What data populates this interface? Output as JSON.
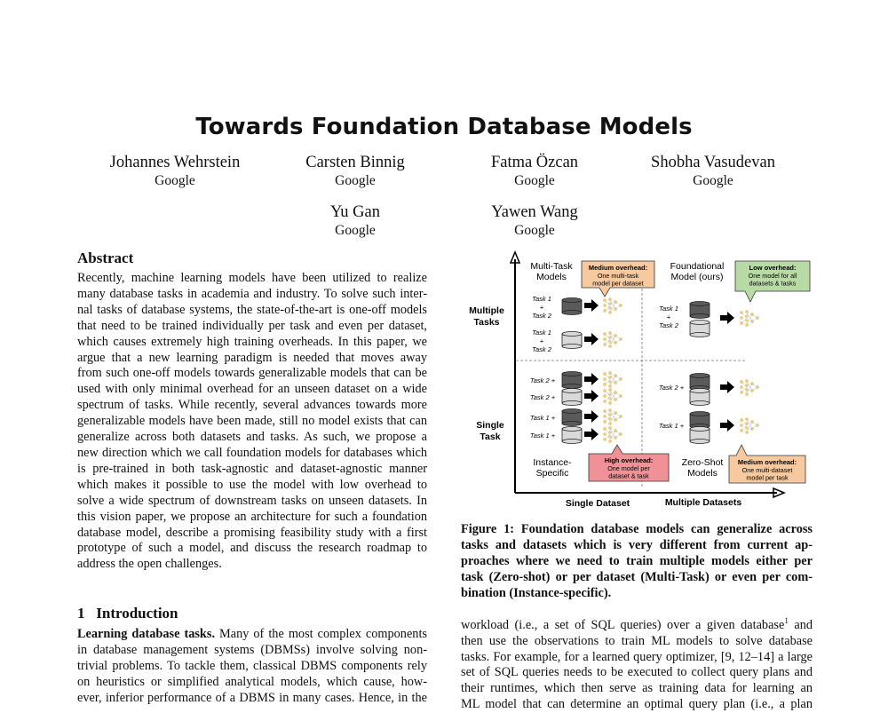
{
  "paper": {
    "title": "Towards Foundation Database Models",
    "authors": [
      {
        "name": "Johannes Wehrstein",
        "affiliation": "Google"
      },
      {
        "name": "Carsten Binnig",
        "affiliation": "Google"
      },
      {
        "name": "Fatma Özcan",
        "affiliation": "Google"
      },
      {
        "name": "Shobha Vasudevan",
        "affiliation": "Google"
      },
      {
        "name": "Yu Gan",
        "affiliation": "Google"
      },
      {
        "name": "Yawen Wang",
        "affiliation": "Google"
      }
    ],
    "abstract_heading": "Abstract",
    "abstract_lines": [
      "Recently, machine learning models have been utilized to realize",
      "many database tasks in academia and industry. To solve such inter-",
      "nal tasks of database systems, the state-of-the-art is one-off models",
      "that need to be trained individually per task and even per dataset,",
      "which causes extremely high training overheads. In this paper, we",
      "argue that a new learning paradigm is needed that moves away",
      "from such one-off models towards generalizable models that can be",
      "used with only minimal overhead for an unseen dataset on a wide",
      "spectrum of tasks. While recently, several advances towards more",
      "generalizable models have been made, still no model exists that can",
      "generalize across both datasets and tasks. As such, we propose a",
      "new direction which we call foundation models for databases which",
      "is pre-trained in both task-agnostic and dataset-agnostic manner",
      "which makes it possible to use the model with low overhead to",
      "solve a wide spectrum of downstream tasks on unseen datasets. In",
      "this vision paper, we propose an architecture for such a foundation",
      "database model, describe a promising feasibility study with a first",
      "prototype of such a model, and discuss the research roadmap to",
      "address the open challenges."
    ],
    "intro_heading": "1   Introduction",
    "intro_lead": "Learning database tasks.",
    "intro_lines": [
      " Many of the most complex components",
      "in database management systems (DBMSs) involve solving non-",
      "trivial problems. To tackle them, classical DBMS components rely",
      "on heuristics or simplified analytical models, which cause, how-",
      "ever, inferior performance of a DBMS in many cases. Hence, in the"
    ],
    "caption_lines": [
      "Figure 1: Foundation database models can generalize across",
      "tasks and datasets which is very different from current ap-",
      "proaches where we need to train multiple models either per",
      "task (Zero-shot) or per dataset (Multi-Task) or even per com-",
      "bination (Instance-specific)."
    ],
    "col2_lines": [
      "workload (i.e., a set of SQL queries) over a given database",
      "then use the observations to train ML models to solve database",
      "tasks. For example, for a learned query optimizer, [9, 12–14] a large",
      "set of SQL queries needs to be executed to collect query plans and",
      "their runtimes, which then serve as training data for learning an",
      "ML model that can determine an optimal query plan (i.e., a plan"
    ],
    "col2_footnote_mark": "1",
    "col2_line0_tail": " and"
  },
  "figure": {
    "y_top_label": "Multiple\nTasks",
    "y_bottom_label": "Single\nTask",
    "x_left_label": "Single Dataset",
    "x_right_label": "Multiple Datasets",
    "q_tl_title": "Multi-Task\nModels",
    "q_tr_title": "Foundational\nModel (ours)",
    "q_bl_title": "Instance-\nSpecific",
    "q_br_title": "Zero-Shot\nModels",
    "callout_tl": {
      "head": "Medium overhead:",
      "body": "One multi-task\nmodel per dataset",
      "color": "#f6c99f"
    },
    "callout_tr": {
      "head": "Low overhead:",
      "body": "One model for all\ndatasets & tasks",
      "color": "#b8dba6"
    },
    "callout_bl": {
      "head": "High overhead:",
      "body": "One model per\ndataset & task",
      "color": "#ef9197"
    },
    "callout_br": {
      "head": "Medium overhead:",
      "body": "One multi-dataset\nmodel per task",
      "color": "#f6c99f"
    },
    "task_labels": {
      "tl1": "Task 1\n+\nTask 2",
      "tl2": "Task 1\n+\nTask 2",
      "tr1": "Task 1\n+\nTask 2",
      "bl1": "Task 2 +",
      "bl2": "Task 2 +",
      "bl3": "Task 1 +",
      "bl4": "Task 1 +",
      "br1": "Task 2 +",
      "br2": "Task 1 +"
    },
    "db_dark_color": "#5a5a5a",
    "db_light_color": "#d9d9d9"
  }
}
